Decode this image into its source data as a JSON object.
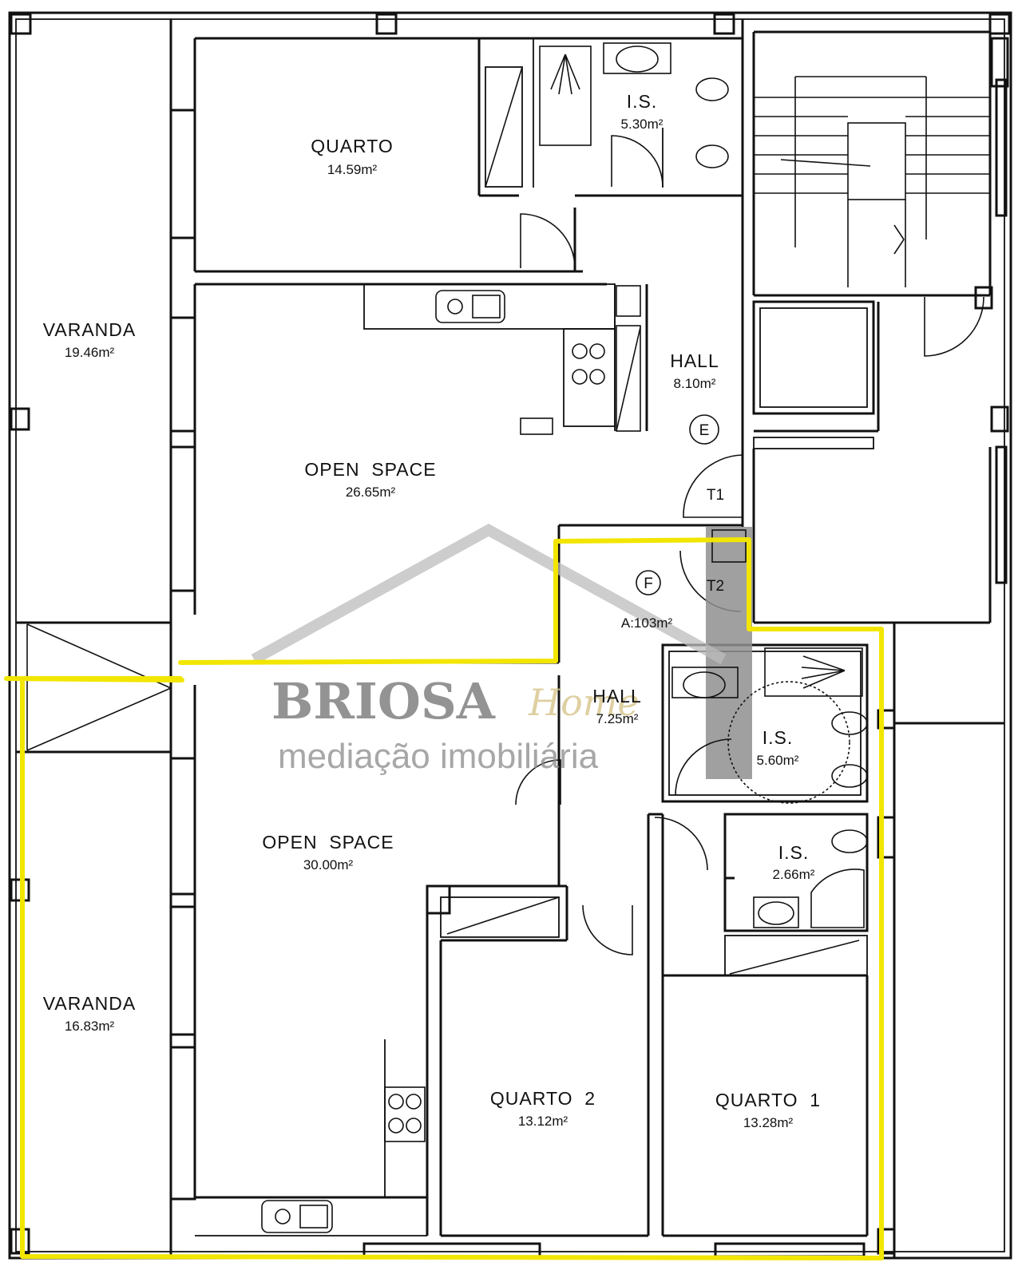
{
  "plan": {
    "rooms": [
      {
        "id": "quarto_top",
        "name": "QUARTO",
        "area": "14.59m²"
      },
      {
        "id": "is_top",
        "name": "I.S.",
        "area": "5.30m²"
      },
      {
        "id": "varanda_top",
        "name": "VARANDA",
        "area": "19.46m²"
      },
      {
        "id": "hall_top",
        "name": "HALL",
        "area": "8.10m²"
      },
      {
        "id": "open_space_top",
        "name": "OPEN  SPACE",
        "area": "26.65m²"
      },
      {
        "id": "hall_mid",
        "name": "HALL",
        "area": "7.25m²"
      },
      {
        "id": "is_mid",
        "name": "I.S.",
        "area": "5.60m²"
      },
      {
        "id": "open_space_bottom",
        "name": "OPEN  SPACE",
        "area": "30.00m²"
      },
      {
        "id": "is_small",
        "name": "I.S.",
        "area": "2.66m²"
      },
      {
        "id": "varanda_bottom",
        "name": "VARANDA",
        "area": "16.83m²"
      },
      {
        "id": "quarto_2",
        "name": "QUARTO  2",
        "area": "13.12m²"
      },
      {
        "id": "quarto_1",
        "name": "QUARTO  1",
        "area": "13.28m²"
      }
    ],
    "markers": {
      "e": "E",
      "f": "F",
      "t1": "T1",
      "t2": "T2",
      "a_area": "A:103m²"
    },
    "highlight_color": "#f2e600"
  },
  "watermark": {
    "brand": "BRIOSA",
    "script": "Home",
    "subtitle": "mediação imobiliária"
  }
}
